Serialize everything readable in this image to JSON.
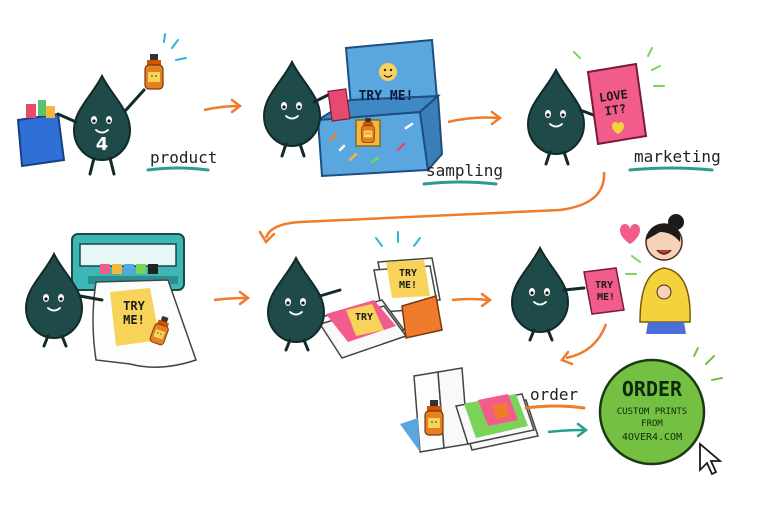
{
  "mascot": {
    "badge": "4"
  },
  "steps": {
    "product": "product",
    "sampling": "sampling",
    "marketing": "marketing",
    "order": "order"
  },
  "box_sign": "TRY ME!",
  "flyer": {
    "line1": "LOVE",
    "line2": "IT?"
  },
  "print_sheet": {
    "line1": "TRY",
    "line2": "ME!"
  },
  "stack_card": {
    "line1": "TRY",
    "line2": "ME!"
  },
  "hand_card": {
    "line1": "TRY",
    "line2": "ME!"
  },
  "cta": {
    "title": "ORDER",
    "line1": "CUSTOM PRINTS",
    "line2": "FROM",
    "line3": "4OVER4.COM"
  },
  "colors": {
    "mascot": "#1f4a4a",
    "arrow": "#f07b2a",
    "underline_orange": "#f07b2a",
    "underline_teal": "#2a9d8f",
    "cta_green": "#74c043",
    "box_blue": "#5aa7e0"
  }
}
